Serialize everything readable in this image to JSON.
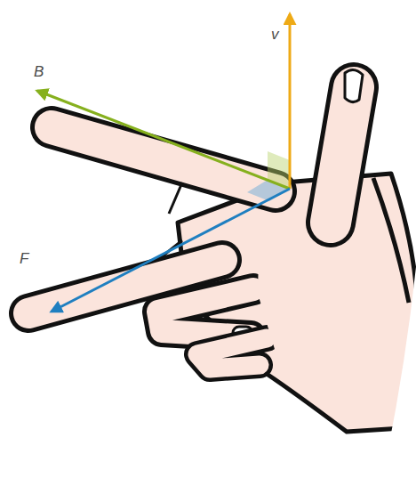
{
  "diagram": {
    "labels": [
      "v",
      "B",
      "F"
    ]
  }
}
